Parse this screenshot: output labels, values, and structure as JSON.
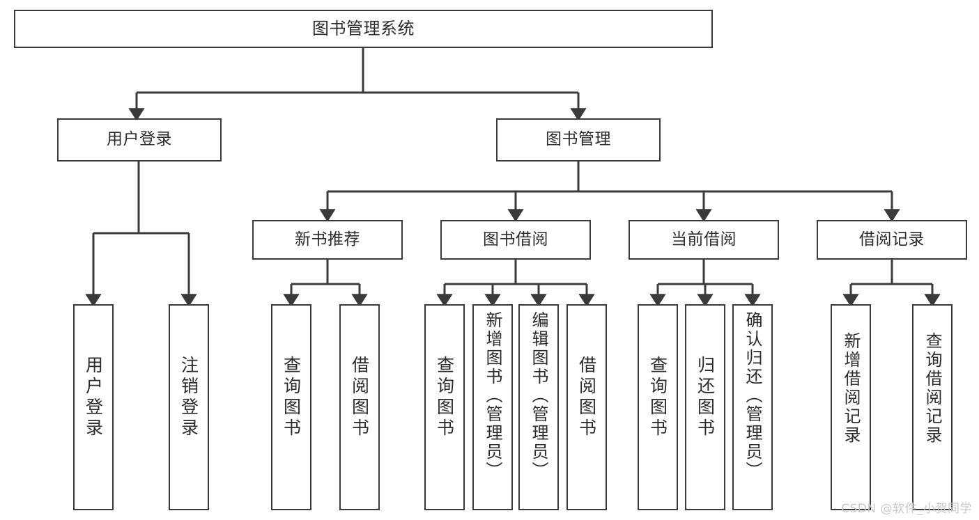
{
  "diagram": {
    "title": "图书管理系统",
    "type": "tree",
    "watermark": "CSDN @软件_小贺同学",
    "colors": {
      "box_stroke": "#3a3a3a",
      "box_fill": "#ffffff",
      "text": "#2b2b2b",
      "edge": "#3a3a3a",
      "watermark": "#c9c9c9"
    },
    "nodes": {
      "root": {
        "label": "图书管理系统"
      },
      "level2": [
        {
          "id": "user-login",
          "label": "用户登录"
        },
        {
          "id": "book-manage",
          "label": "图书管理"
        }
      ],
      "level3": [
        {
          "id": "new-book-recommend",
          "label": "新书推荐"
        },
        {
          "id": "book-borrow",
          "label": "图书借阅"
        },
        {
          "id": "current-borrow",
          "label": "当前借阅"
        },
        {
          "id": "borrow-record",
          "label": "借阅记录"
        }
      ],
      "leaves": {
        "user_login": [
          {
            "id": "leaf-user-login",
            "label": "用户登录"
          },
          {
            "id": "leaf-logout-login",
            "label": "注销登录"
          }
        ],
        "new_book_recommend": [
          {
            "id": "leaf-query-book-1",
            "label": "查询图书"
          },
          {
            "id": "leaf-borrow-book-1",
            "label": "借阅图书"
          }
        ],
        "book_borrow": [
          {
            "id": "leaf-query-book-2",
            "label": "查询图书"
          },
          {
            "id": "leaf-add-book-admin",
            "label": "新增图书（管理员）"
          },
          {
            "id": "leaf-edit-book-admin",
            "label": "编辑图书（管理员）"
          },
          {
            "id": "leaf-borrow-book-2",
            "label": "借阅图书"
          }
        ],
        "current_borrow": [
          {
            "id": "leaf-query-book-3",
            "label": "查询图书"
          },
          {
            "id": "leaf-return-book",
            "label": "归还图书"
          },
          {
            "id": "leaf-confirm-return-admin",
            "label": "确认归还（管理员）"
          }
        ],
        "borrow_record": [
          {
            "id": "leaf-add-borrow-record",
            "label": "新增借阅记录"
          },
          {
            "id": "leaf-query-borrow-record",
            "label": "查询借阅记录"
          }
        ]
      }
    }
  }
}
